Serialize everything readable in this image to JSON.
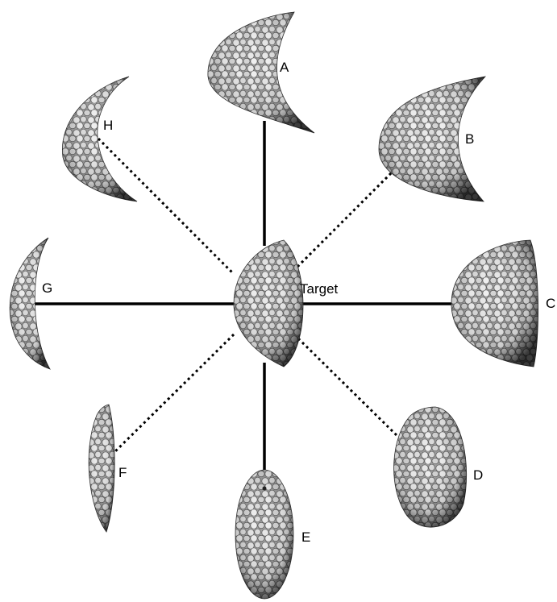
{
  "diagram": {
    "center_label": "Target",
    "shapes": [
      {
        "id": "A",
        "label": "A",
        "connector": "solid"
      },
      {
        "id": "B",
        "label": "B",
        "connector": "dotted"
      },
      {
        "id": "C",
        "label": "C",
        "connector": "solid"
      },
      {
        "id": "D",
        "label": "D",
        "connector": "dotted"
      },
      {
        "id": "E",
        "label": "E",
        "connector": "solid"
      },
      {
        "id": "F",
        "label": "F",
        "connector": "dotted"
      },
      {
        "id": "G",
        "label": "G",
        "connector": "solid"
      },
      {
        "id": "H",
        "label": "H",
        "connector": "dotted"
      }
    ]
  },
  "colors": {
    "line": "#000000",
    "shape_light": "#f2f2f2",
    "shape_dark": "#1a1a1a"
  }
}
